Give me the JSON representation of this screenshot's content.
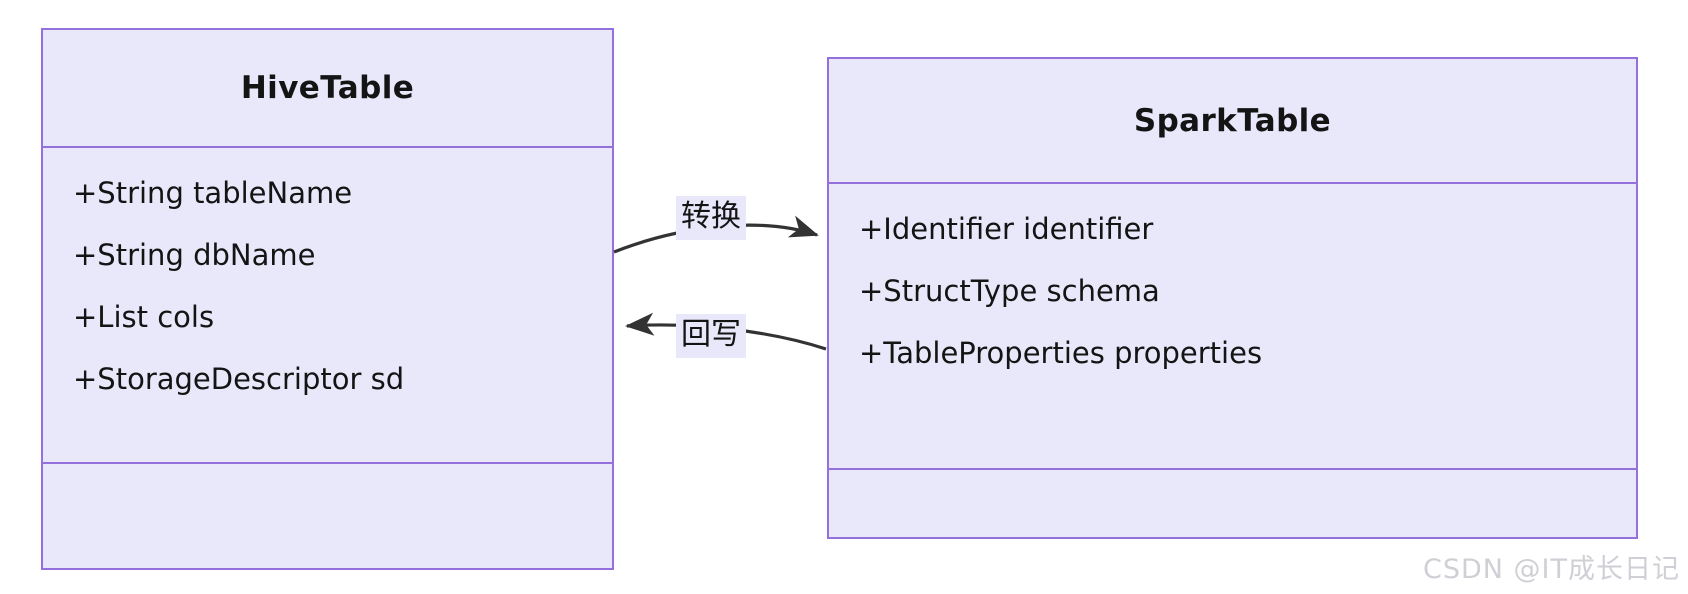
{
  "diagram": {
    "type": "uml-class-diagram",
    "background_color": "#ffffff",
    "class_fill_color": "#e9e8fb",
    "class_border_color": "#9370db",
    "text_color": "#141414",
    "classes": [
      {
        "id": "hive-table",
        "name": "HiveTable",
        "attributes": [
          "+String tableName",
          "+String dbName",
          "+List cols",
          "+StorageDescriptor sd"
        ],
        "methods": []
      },
      {
        "id": "spark-table",
        "name": "SparkTable",
        "attributes": [
          "+Identifier identifier",
          "+StructType schema",
          "+TableProperties properties"
        ],
        "methods": []
      }
    ],
    "relations": [
      {
        "id": "convert",
        "label": "转换",
        "from": "HiveTable",
        "to": "SparkTable",
        "direction": "right"
      },
      {
        "id": "writeback",
        "label": "回写",
        "from": "SparkTable",
        "to": "HiveTable",
        "direction": "left"
      }
    ]
  },
  "watermark": {
    "text": "CSDN @IT成长日记",
    "color": "#cfcfd6"
  }
}
